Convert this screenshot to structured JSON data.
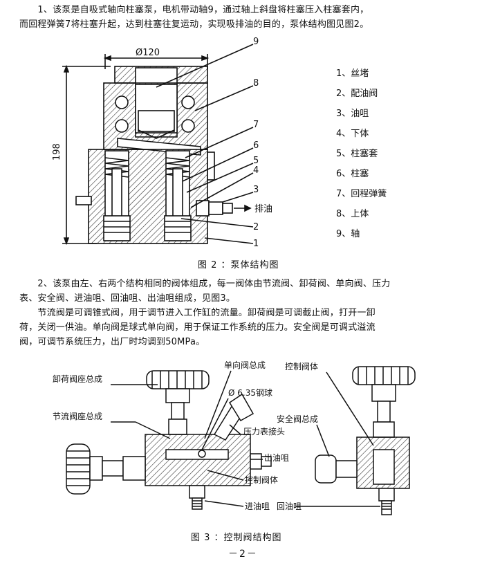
{
  "intro": {
    "para1": [
      "　　1、该泵是自吸式轴向柱塞泵，电机带动轴9，通过轴上斜盘将柱塞压入柱塞套内，",
      "而回程弹簧7将柱塞升起，达到柱塞往复运动，实现吸排油的目的，泵体结构图见图2。"
    ]
  },
  "fig2": {
    "diameter_label": "Ø120",
    "height_label": "198",
    "discharge_label": "排油",
    "callouts": [
      "9",
      "8",
      "7",
      "6",
      "5",
      "4",
      "3",
      "2",
      "1"
    ],
    "legend": [
      "1、丝堵",
      "2、配油阀",
      "3、油咀",
      "4、下体",
      "5、柱塞套",
      "6、柱塞",
      "7、回程弹簧",
      "8、上体",
      "9、轴"
    ],
    "caption": "图 2 ：泵体结构图"
  },
  "section2": {
    "lines": [
      "　　2、该泵由左、右两个结构相同的阀体组成，每一阀体由节流阀、卸荷阀、单向阀、压力",
      "表、安全阀、进油咀、回油咀、出油咀组成，见图3。",
      "　　节流阀是可调锥式阀，用于调节进入工作缸的流量。卸荷阀是可调截止阀，打开一卸",
      "荷，关闭一供油。单向阀是球式单向阀，用于保证工作系统的压力。安全阀是可调式溢流",
      "阀，可调节系统压力，出厂时均调到50MPa。"
    ]
  },
  "fig3": {
    "labels": {
      "unload_seat": "卸荷阀座总成",
      "throttle_seat": "节流阀座总成",
      "check_valve": "单向阀总成",
      "steel_ball": "Ø 6.35钢球",
      "gauge_joint": "压力表接头",
      "outlet": "出油咀",
      "control_body_mid": "控制阀体",
      "inlet": "进油咀",
      "control_body_top": "控制阀体",
      "safety_valve": "安全阀总成",
      "return": "回油咀"
    },
    "caption": "图 3 ：控制阀结构图"
  },
  "page_number": "－2－"
}
